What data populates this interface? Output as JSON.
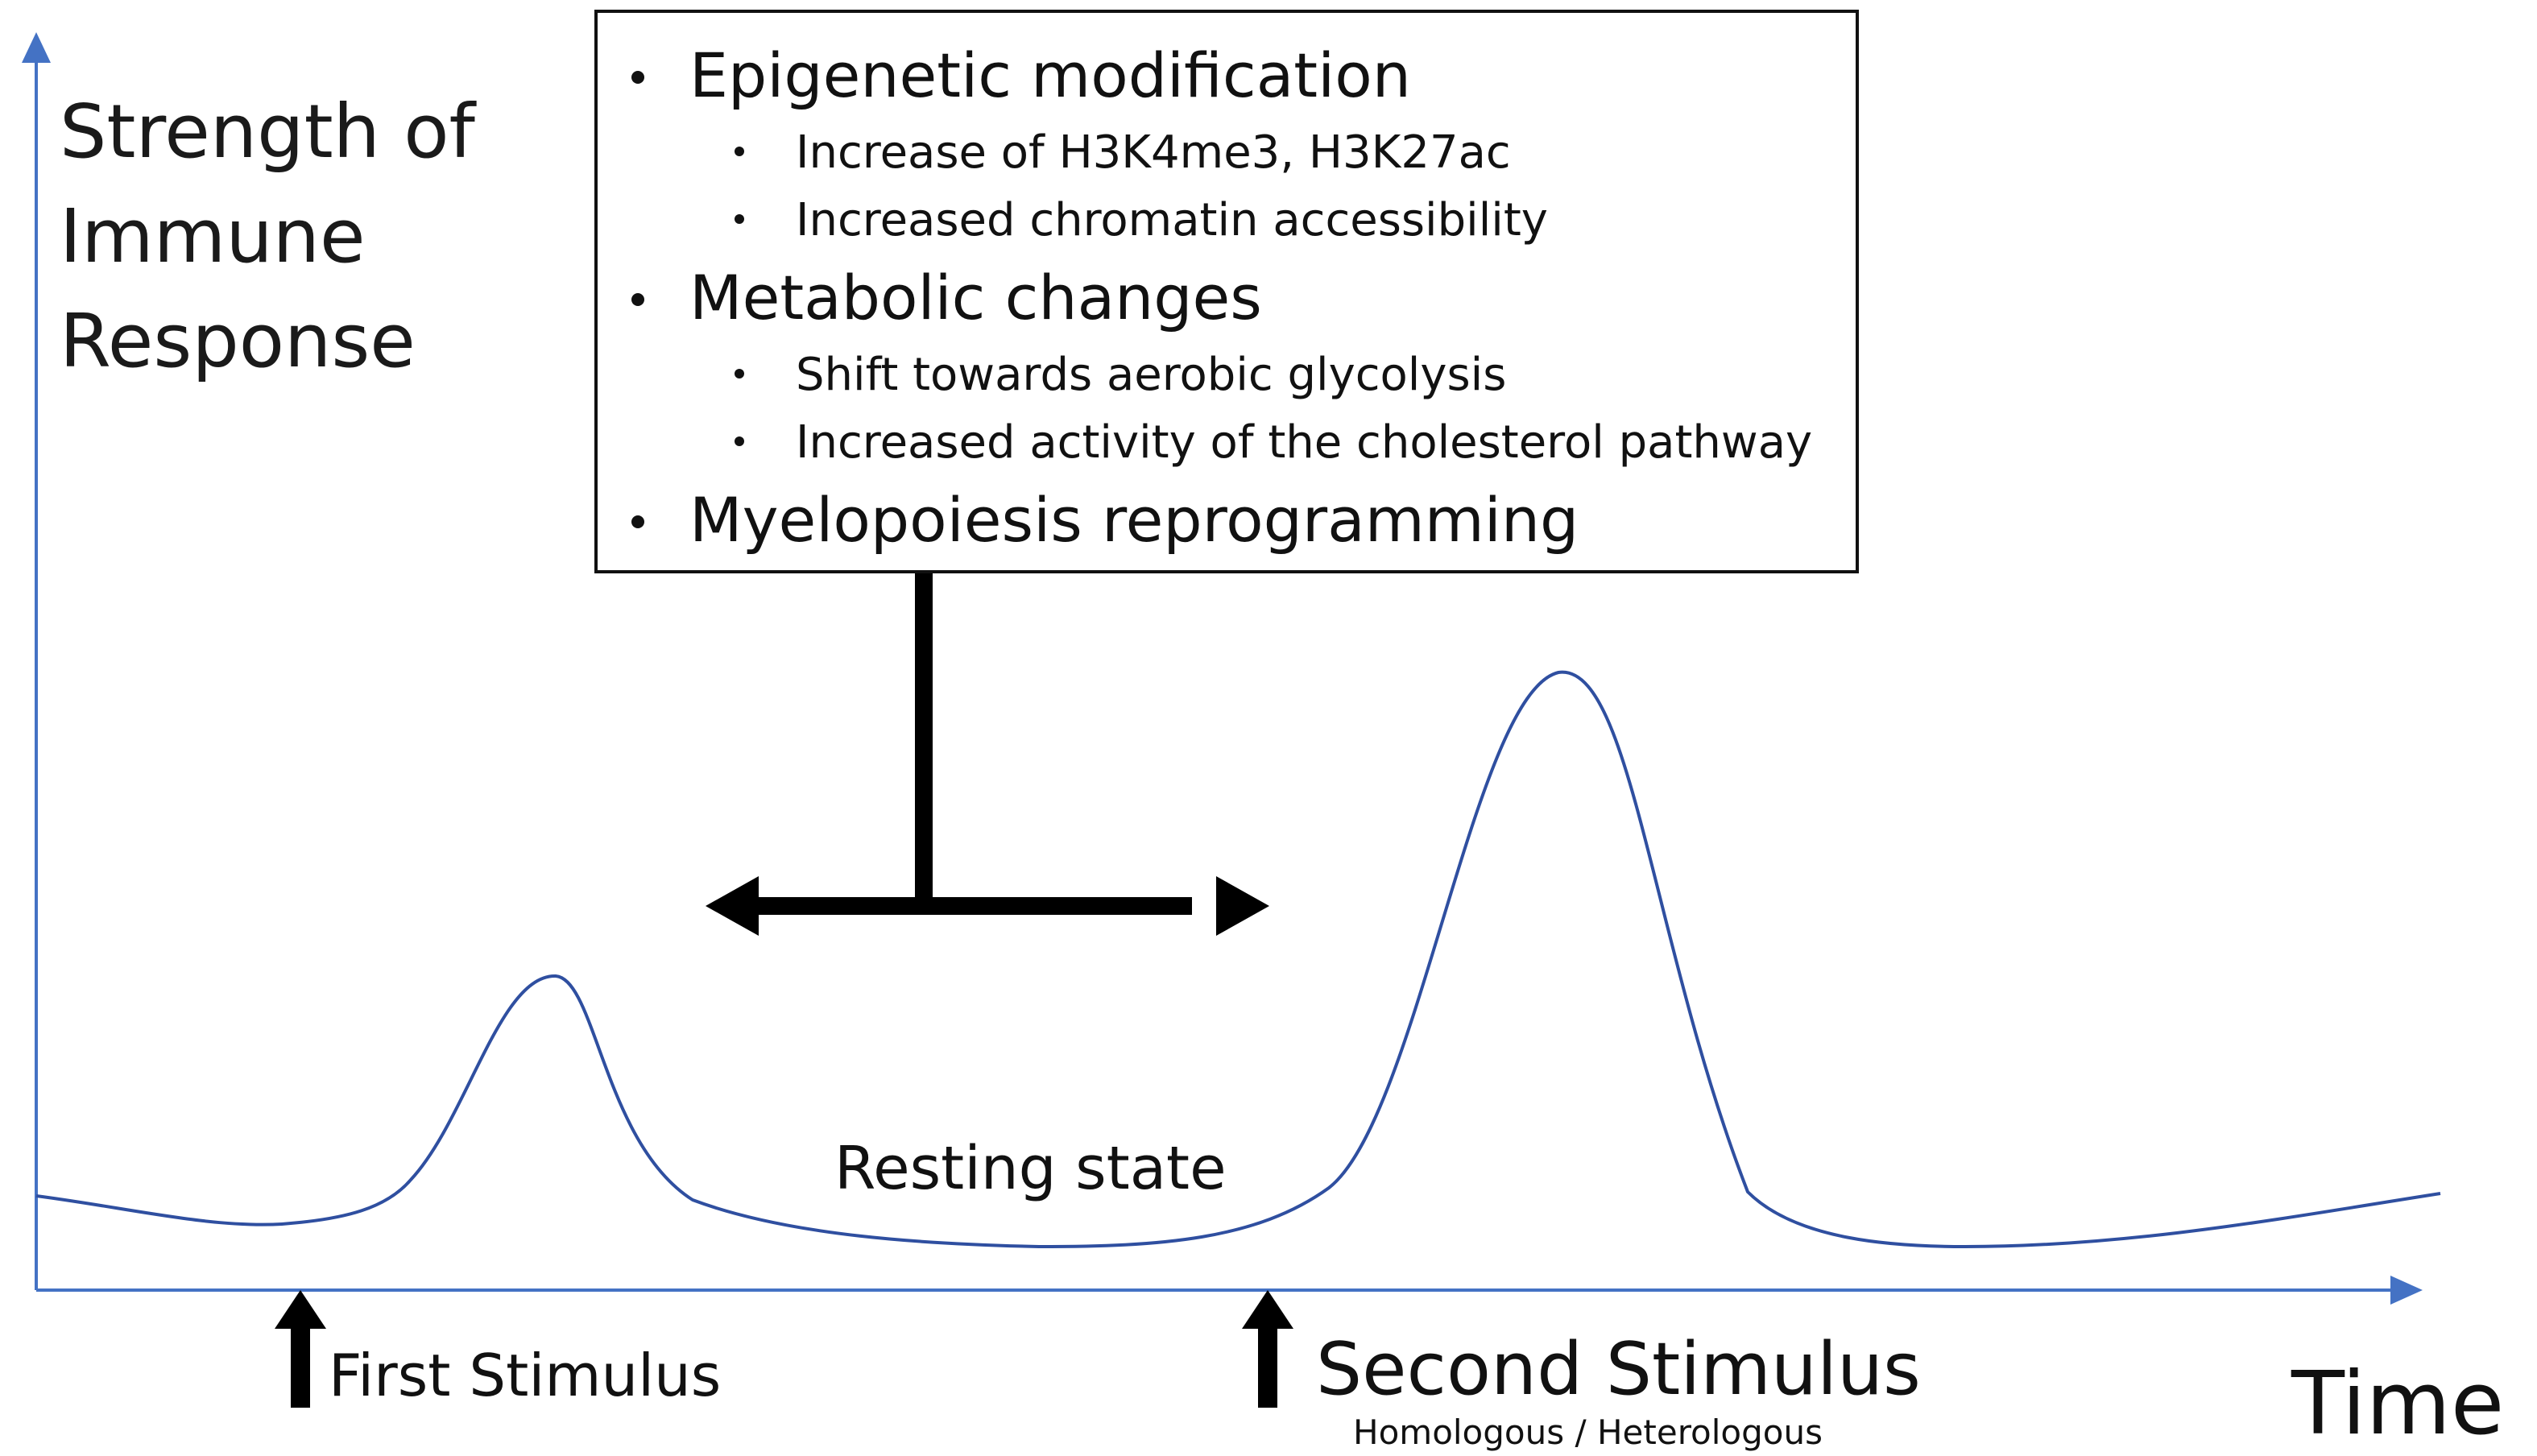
{
  "y_axis_label": {
    "line1": "Strength of",
    "line2": "Immune",
    "line3": "Response"
  },
  "x_axis_label": "Time",
  "info_box": {
    "items": [
      {
        "label": "Epigenetic modification",
        "subitems": [
          "Increase of H3K4me3, H3K27ac",
          "Increased chromatin accessibility"
        ]
      },
      {
        "label": "Metabolic changes",
        "subitems": [
          "Shift towards aerobic glycolysis",
          "Increased activity of the cholesterol pathway"
        ]
      },
      {
        "label": "Myelopoiesis reprogramming",
        "subitems": []
      }
    ]
  },
  "curve_label": "Resting state",
  "stimuli": {
    "first": {
      "label": "First Stimulus"
    },
    "second": {
      "label": "Second Stimulus",
      "sublabel": "Homologous / Heterologous"
    }
  },
  "colors": {
    "axis": "#4472c4",
    "curve": "#2f4fa0",
    "marks": "#000000"
  }
}
